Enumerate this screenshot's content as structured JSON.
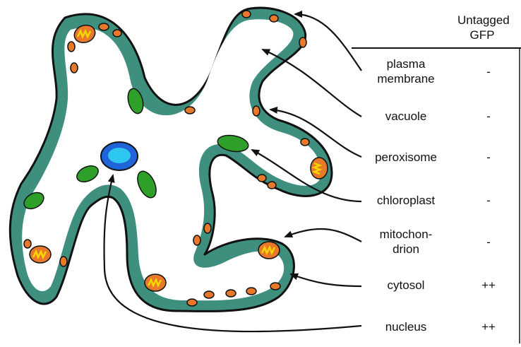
{
  "table": {
    "header_line1": "Untagged",
    "header_line2": "GFP",
    "rows": [
      {
        "name_lines": [
          "plasma",
          "membrane"
        ],
        "value": "-"
      },
      {
        "name_lines": [
          "vacuole"
        ],
        "value": "-"
      },
      {
        "name_lines": [
          "peroxisome"
        ],
        "value": "-"
      },
      {
        "name_lines": [
          "chloroplast"
        ],
        "value": "-"
      },
      {
        "name_lines": [
          "mitochon-",
          "drion"
        ],
        "value": "-"
      },
      {
        "name_lines": [
          "cytosol"
        ],
        "value": "++"
      },
      {
        "name_lines": [
          "nucleus"
        ],
        "value": "++"
      }
    ]
  },
  "colors": {
    "cytoplasm": "#3f8f7f",
    "membrane": "#111111",
    "vacuole": "#ffffff",
    "peroxisome": "#e8782a",
    "chloroplast": "#2ea02a",
    "mitochondrion_fill": "#e8782a",
    "mitochondrion_crista": "#f5d800",
    "nucleus_outer": "#1f64d8",
    "nucleus_inner": "#2ec7f0"
  },
  "icons": [
    "peroxisome-icon",
    "chloroplast-icon",
    "mitochondrion-icon",
    "nucleus-icon"
  ]
}
